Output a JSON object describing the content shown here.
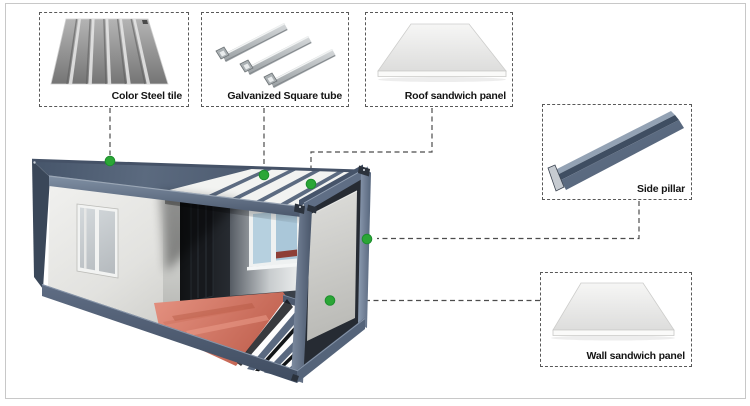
{
  "canvas": {
    "background": "#ffffff",
    "border_color": "#c8c8c8"
  },
  "palette": {
    "marker_green": "#2ba636",
    "marker_ring": "#1d8f2e",
    "frame_slate": "#5b6a82",
    "panel_white": "#e9e9e7",
    "floor_red": "#cf6f5e",
    "connector_gray": "#4c4c4c"
  },
  "callouts": [
    {
      "id": "color-steel-tile",
      "label": "Color Steel tile",
      "thumbnail": "color-steel-tile-image"
    },
    {
      "id": "galvanized-square-tube",
      "label": "Galvanized Square tube",
      "thumbnail": "galvanized-square-tube-image"
    },
    {
      "id": "roof-sandwich-panel",
      "label": "Roof sandwich panel",
      "thumbnail": "roof-sandwich-panel-image"
    },
    {
      "id": "side-pillar",
      "label": "Side pillar",
      "thumbnail": "side-pillar-image"
    },
    {
      "id": "wall-sandwich-panel",
      "label": "Wall sandwich panel",
      "thumbnail": "wall-sandwich-panel-image"
    }
  ],
  "scene": {
    "name": "container-house-cutaway",
    "markers": [
      "color-steel-tile",
      "galvanized-square-tube",
      "roof-sandwich-panel",
      "side-pillar",
      "wall-sandwich-panel"
    ]
  }
}
